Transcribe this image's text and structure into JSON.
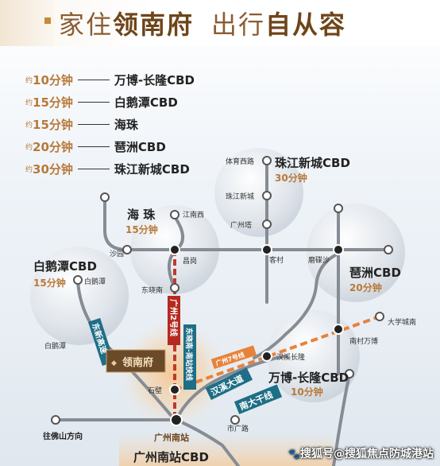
{
  "headline": {
    "part1": "家住",
    "part2": "领南府",
    "part3": "出行",
    "part4": "自从容"
  },
  "legend": [
    {
      "prefix": "约",
      "time": "10分钟",
      "dest": "万博-长隆CBD"
    },
    {
      "prefix": "约",
      "time": "15分钟",
      "dest": "白鹅潭CBD"
    },
    {
      "prefix": "约",
      "time": "15分钟",
      "dest": "海珠"
    },
    {
      "prefix": "约",
      "time": "20分钟",
      "dest": "琶洲CBD"
    },
    {
      "prefix": "约",
      "time": "30分钟",
      "dest": "珠江新城CBD"
    }
  ],
  "districts": {
    "zhujiang": {
      "name": "珠江新城CBD",
      "time": "30分钟"
    },
    "haizhu": {
      "name": "海 珠",
      "time": "15分钟"
    },
    "baietan": {
      "name": "白鹅潭CBD",
      "time": "15分钟"
    },
    "pazhou": {
      "name": "琶洲CBD",
      "time": "20分钟"
    },
    "wanbo": {
      "name": "万博-长隆CBD",
      "time": "10分钟"
    },
    "guangzhounan": {
      "name": "广州南站CBD"
    }
  },
  "stations": {
    "tiyu": "体育西路",
    "zhujiangxc": "珠江新城",
    "guangzhouta": "广州塔",
    "jiangnanxi": "江南西",
    "changgang": "昌岗",
    "dongxiaonan": "东晓南",
    "shagang": "沙园",
    "baietan_st": "白鹅潭",
    "baietan_st2": "白鹅潭",
    "kecun": "客村",
    "mogesha": "磨碟沙",
    "daxuecheng": "大学城南",
    "nancunwanbo": "南村万博",
    "hanxichanglong": "汉溪长隆",
    "shibi": "石壁",
    "guangzhounan_st": "广州南站",
    "shiguanglu": "市广路",
    "wangfoshan": "往佛山方向"
  },
  "routes": {
    "line2": "广州2号线",
    "dongxin": "东新高速",
    "dongxiaonan_exp": "东晓南-南站快线",
    "line7": "广州7号线",
    "hanxi": "汉溪大道",
    "nanda": "南大干线"
  },
  "project": {
    "name": "领南府"
  },
  "watermark": {
    "text": "搜狐号@搜狐焦点防城港站"
  },
  "colors": {
    "gold": "#b8793a",
    "red": "#c0392b",
    "teal": "#1e6e86",
    "orange": "#e8823a",
    "gray": "#8a9098"
  }
}
